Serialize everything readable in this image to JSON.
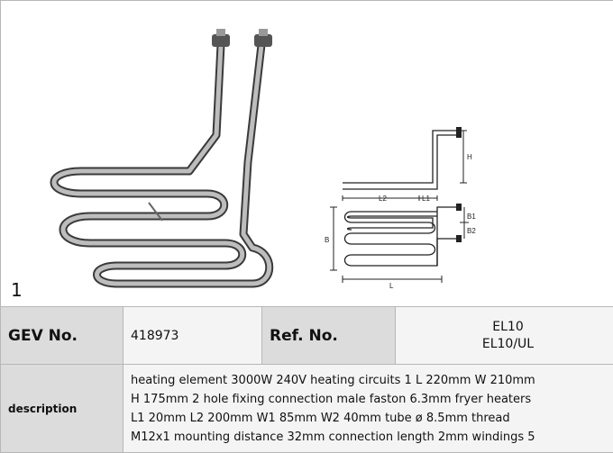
{
  "figure": {
    "index": "1",
    "dimension_labels": {
      "h": "H",
      "l1": "L1",
      "l2": "L2",
      "b1": "B1",
      "b2": "B2",
      "b": "B",
      "l": "L"
    }
  },
  "table": {
    "gev_label": "GEV No.",
    "gev_value": "418973",
    "ref_label": "Ref. No.",
    "ref_values": [
      "EL10",
      "EL10/UL"
    ],
    "description_label": "description",
    "description_lines": [
      "heating element  3000W 240V heating circuits 1 L 220mm W 210mm",
      "H 175mm 2 hole fixing connection male faston 6.3mm fryer heaters",
      "L1 20mm L2 200mm W1 85mm W2 40mm tube ø 8.5mm thread",
      "M12x1 mounting distance 32mm connection length 2mm windings 5"
    ]
  }
}
